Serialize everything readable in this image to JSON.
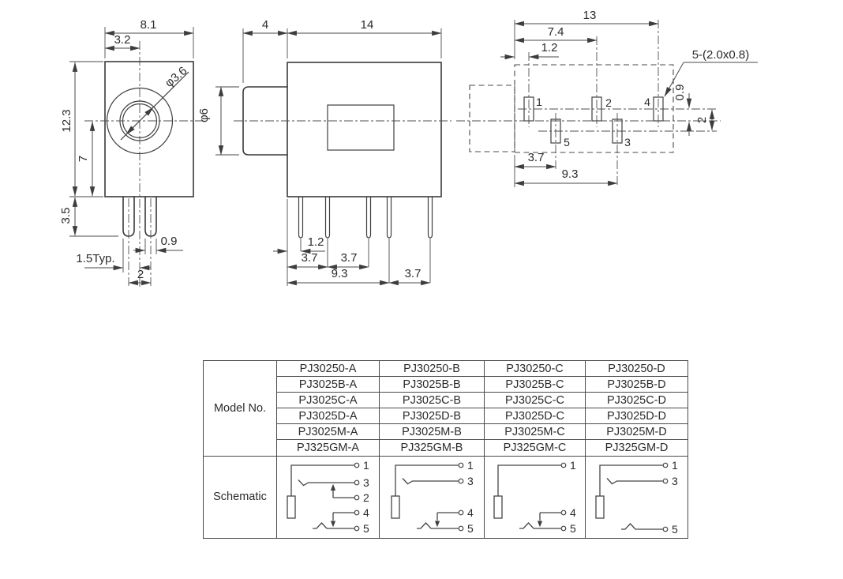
{
  "drawing": {
    "front_view": {
      "width": "8.1",
      "center_offset": "3.2",
      "height": "12.3",
      "lower_height": "7",
      "pin_length": "3.5",
      "hole_dia": "φ3.6",
      "pin_width": "0.9",
      "pin_typ": "1.5Typ.",
      "pin_pitch": "2"
    },
    "side_view": {
      "barrel_length": "4",
      "body_length": "14",
      "barrel_dia": "φ6",
      "pin1_offset": "1.2",
      "pitch_a": "3.7",
      "pitch_b": "3.7",
      "span": "9.3",
      "pitch_c": "3.7"
    },
    "top_view": {
      "total_length": "13",
      "pin2_span": "7.4",
      "pin1_offset": "1.2",
      "pin_note": "5-(2.0x0.8)",
      "row_offset": "0.9",
      "row_gap": "2",
      "pin5_span": "3.7",
      "pin3_span": "9.3",
      "pins": {
        "p1": "1",
        "p2": "2",
        "p3": "3",
        "p4": "4",
        "p5": "5"
      }
    }
  },
  "table": {
    "row_label_models": "Model No.",
    "row_label_schematic": "Schematic",
    "model_rows": [
      [
        "PJ30250-A",
        "PJ30250-B",
        "PJ30250-C",
        "PJ30250-D"
      ],
      [
        "PJ3025B-A",
        "PJ3025B-B",
        "PJ3025B-C",
        "PJ3025B-D"
      ],
      [
        "PJ3025C-A",
        "PJ3025C-B",
        "PJ3025C-C",
        "PJ3025C-D"
      ],
      [
        "PJ3025D-A",
        "PJ3025D-B",
        "PJ3025D-C",
        "PJ3025D-D"
      ],
      [
        "PJ3025M-A",
        "PJ3025M-B",
        "PJ3025M-C",
        "PJ3025M-D"
      ],
      [
        "PJ325GM-A",
        "PJ325GM-B",
        "PJ325GM-C",
        "PJ325GM-D"
      ]
    ],
    "schematics": [
      {
        "variant": "A",
        "terminals": [
          "1",
          "3",
          "2",
          "4",
          "5"
        ]
      },
      {
        "variant": "B",
        "terminals": [
          "1",
          "3",
          "4",
          "5"
        ]
      },
      {
        "variant": "C",
        "terminals": [
          "1",
          "4",
          "5"
        ]
      },
      {
        "variant": "D",
        "terminals": [
          "1",
          "3",
          "5"
        ]
      }
    ]
  },
  "colors": {
    "line": "#3a3a3a",
    "text": "#2b2b2b",
    "background": "#ffffff"
  }
}
